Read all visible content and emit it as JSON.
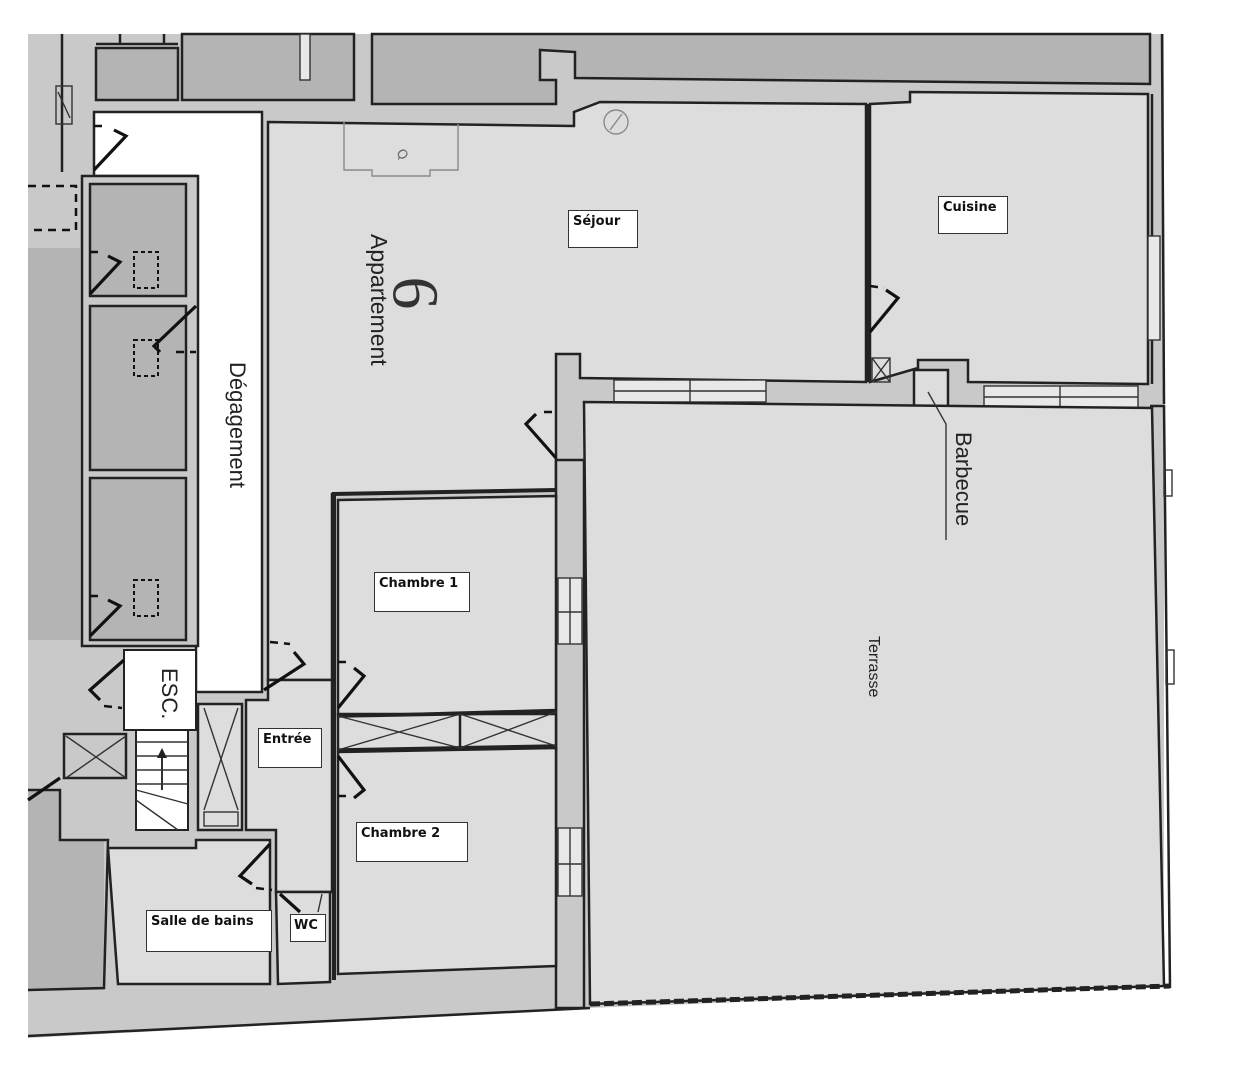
{
  "plan": {
    "apartment_label": "Appartement",
    "apartment_number": "6",
    "colors": {
      "wall_fill": "#c9c9c9",
      "neighbor_fill": "#b4b4b4",
      "room_fill": "#dddddd",
      "corridor_fill": "#ffffff",
      "line": "#222222"
    }
  },
  "rooms": {
    "sejour": "Séjour",
    "cuisine": "Cuisine",
    "degagement": "Dégagement",
    "chambre1": "Chambre 1",
    "chambre2": "Chambre 2",
    "entree": "Entrée",
    "salle_de_bains": "Salle de bains",
    "wc": "WC",
    "escalier": "ESC.",
    "terrasse": "Terrasse",
    "barbecue": "Barbecue"
  }
}
